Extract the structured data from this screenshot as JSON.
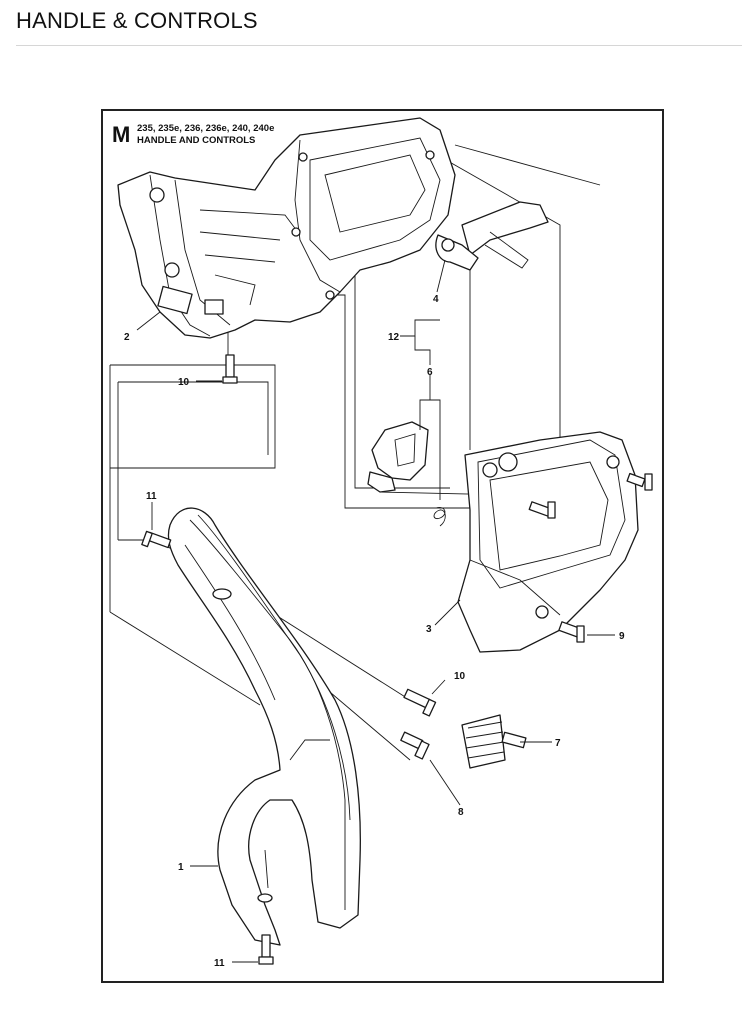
{
  "page": {
    "title": "HANDLE & CONTROLS"
  },
  "diagram": {
    "letter": "M",
    "models": "235, 235e, 236, 236e, 240, 240e",
    "subtitle": "HANDLE AND CONTROLS",
    "callouts": {
      "c1": "1",
      "c2": "2",
      "c3": "3",
      "c4": "4",
      "c6": "6",
      "c7": "7",
      "c8": "8",
      "c9": "9",
      "c10a": "10",
      "c10b": "10",
      "c11a": "11",
      "c11b": "11",
      "c12": "12"
    }
  }
}
